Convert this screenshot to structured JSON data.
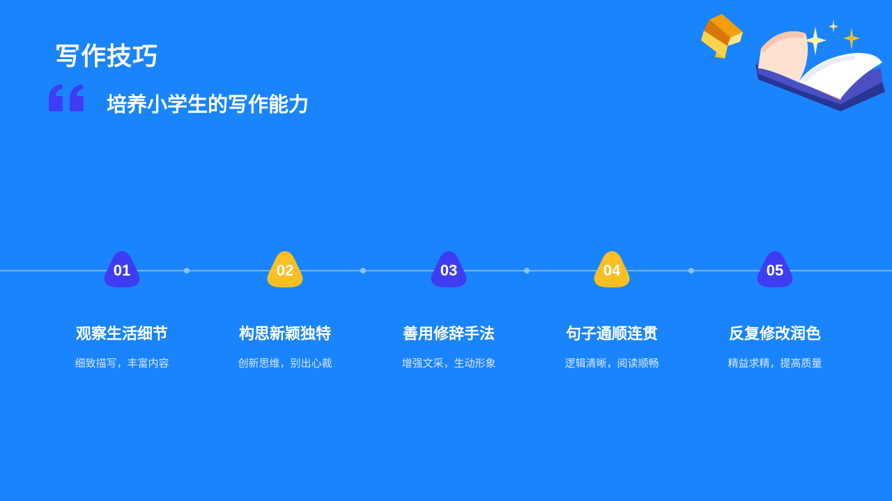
{
  "slide": {
    "title": "写作技巧",
    "subtitle": "培养小学生的写作能力"
  },
  "colors": {
    "background": "#1a84fc",
    "quote_mark": "#3d3df5",
    "badge_purple": "#3f3df2",
    "badge_yellow": "#fbbf24",
    "timeline": "#78b3fb"
  },
  "icons": {
    "quote": "quote-mark-icon",
    "illustration": "open-book-illustration"
  },
  "steps": [
    {
      "number": "01",
      "title": "观察生活细节",
      "description": "细致描写，丰富内容",
      "color": "purple"
    },
    {
      "number": "02",
      "title": "构思新颖独特",
      "description": "创新思维，别出心裁",
      "color": "yellow"
    },
    {
      "number": "03",
      "title": "善用修辞手法",
      "description": "增强文采，生动形象",
      "color": "purple"
    },
    {
      "number": "04",
      "title": "句子通顺连贯",
      "description": "逻辑清晰，阅读顺畅",
      "color": "yellow"
    },
    {
      "number": "05",
      "title": "反复修改润色",
      "description": "精益求精，提高质量",
      "color": "purple"
    }
  ]
}
